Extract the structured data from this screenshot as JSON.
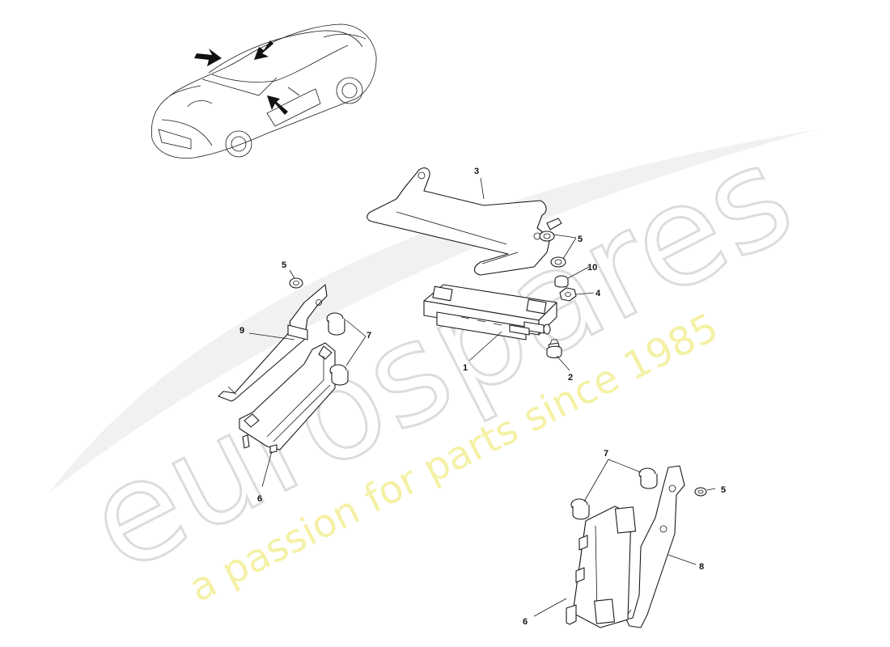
{
  "watermark": {
    "brand": "eurospares",
    "tagline": "a passion for parts since 1985",
    "brand_color": "#e4e4e4",
    "tagline_color": "#f3f0a0"
  },
  "callouts": {
    "c1": "1",
    "c2": "2",
    "c3": "3",
    "c4": "4",
    "c5a": "5",
    "c5b": "5",
    "c5c": "5",
    "c6a": "6",
    "c6b": "6",
    "c7a": "7",
    "c7b": "7",
    "c8": "8",
    "c9": "9",
    "c10": "10"
  },
  "colors": {
    "line": "#1a1a1a",
    "background": "#ffffff"
  }
}
